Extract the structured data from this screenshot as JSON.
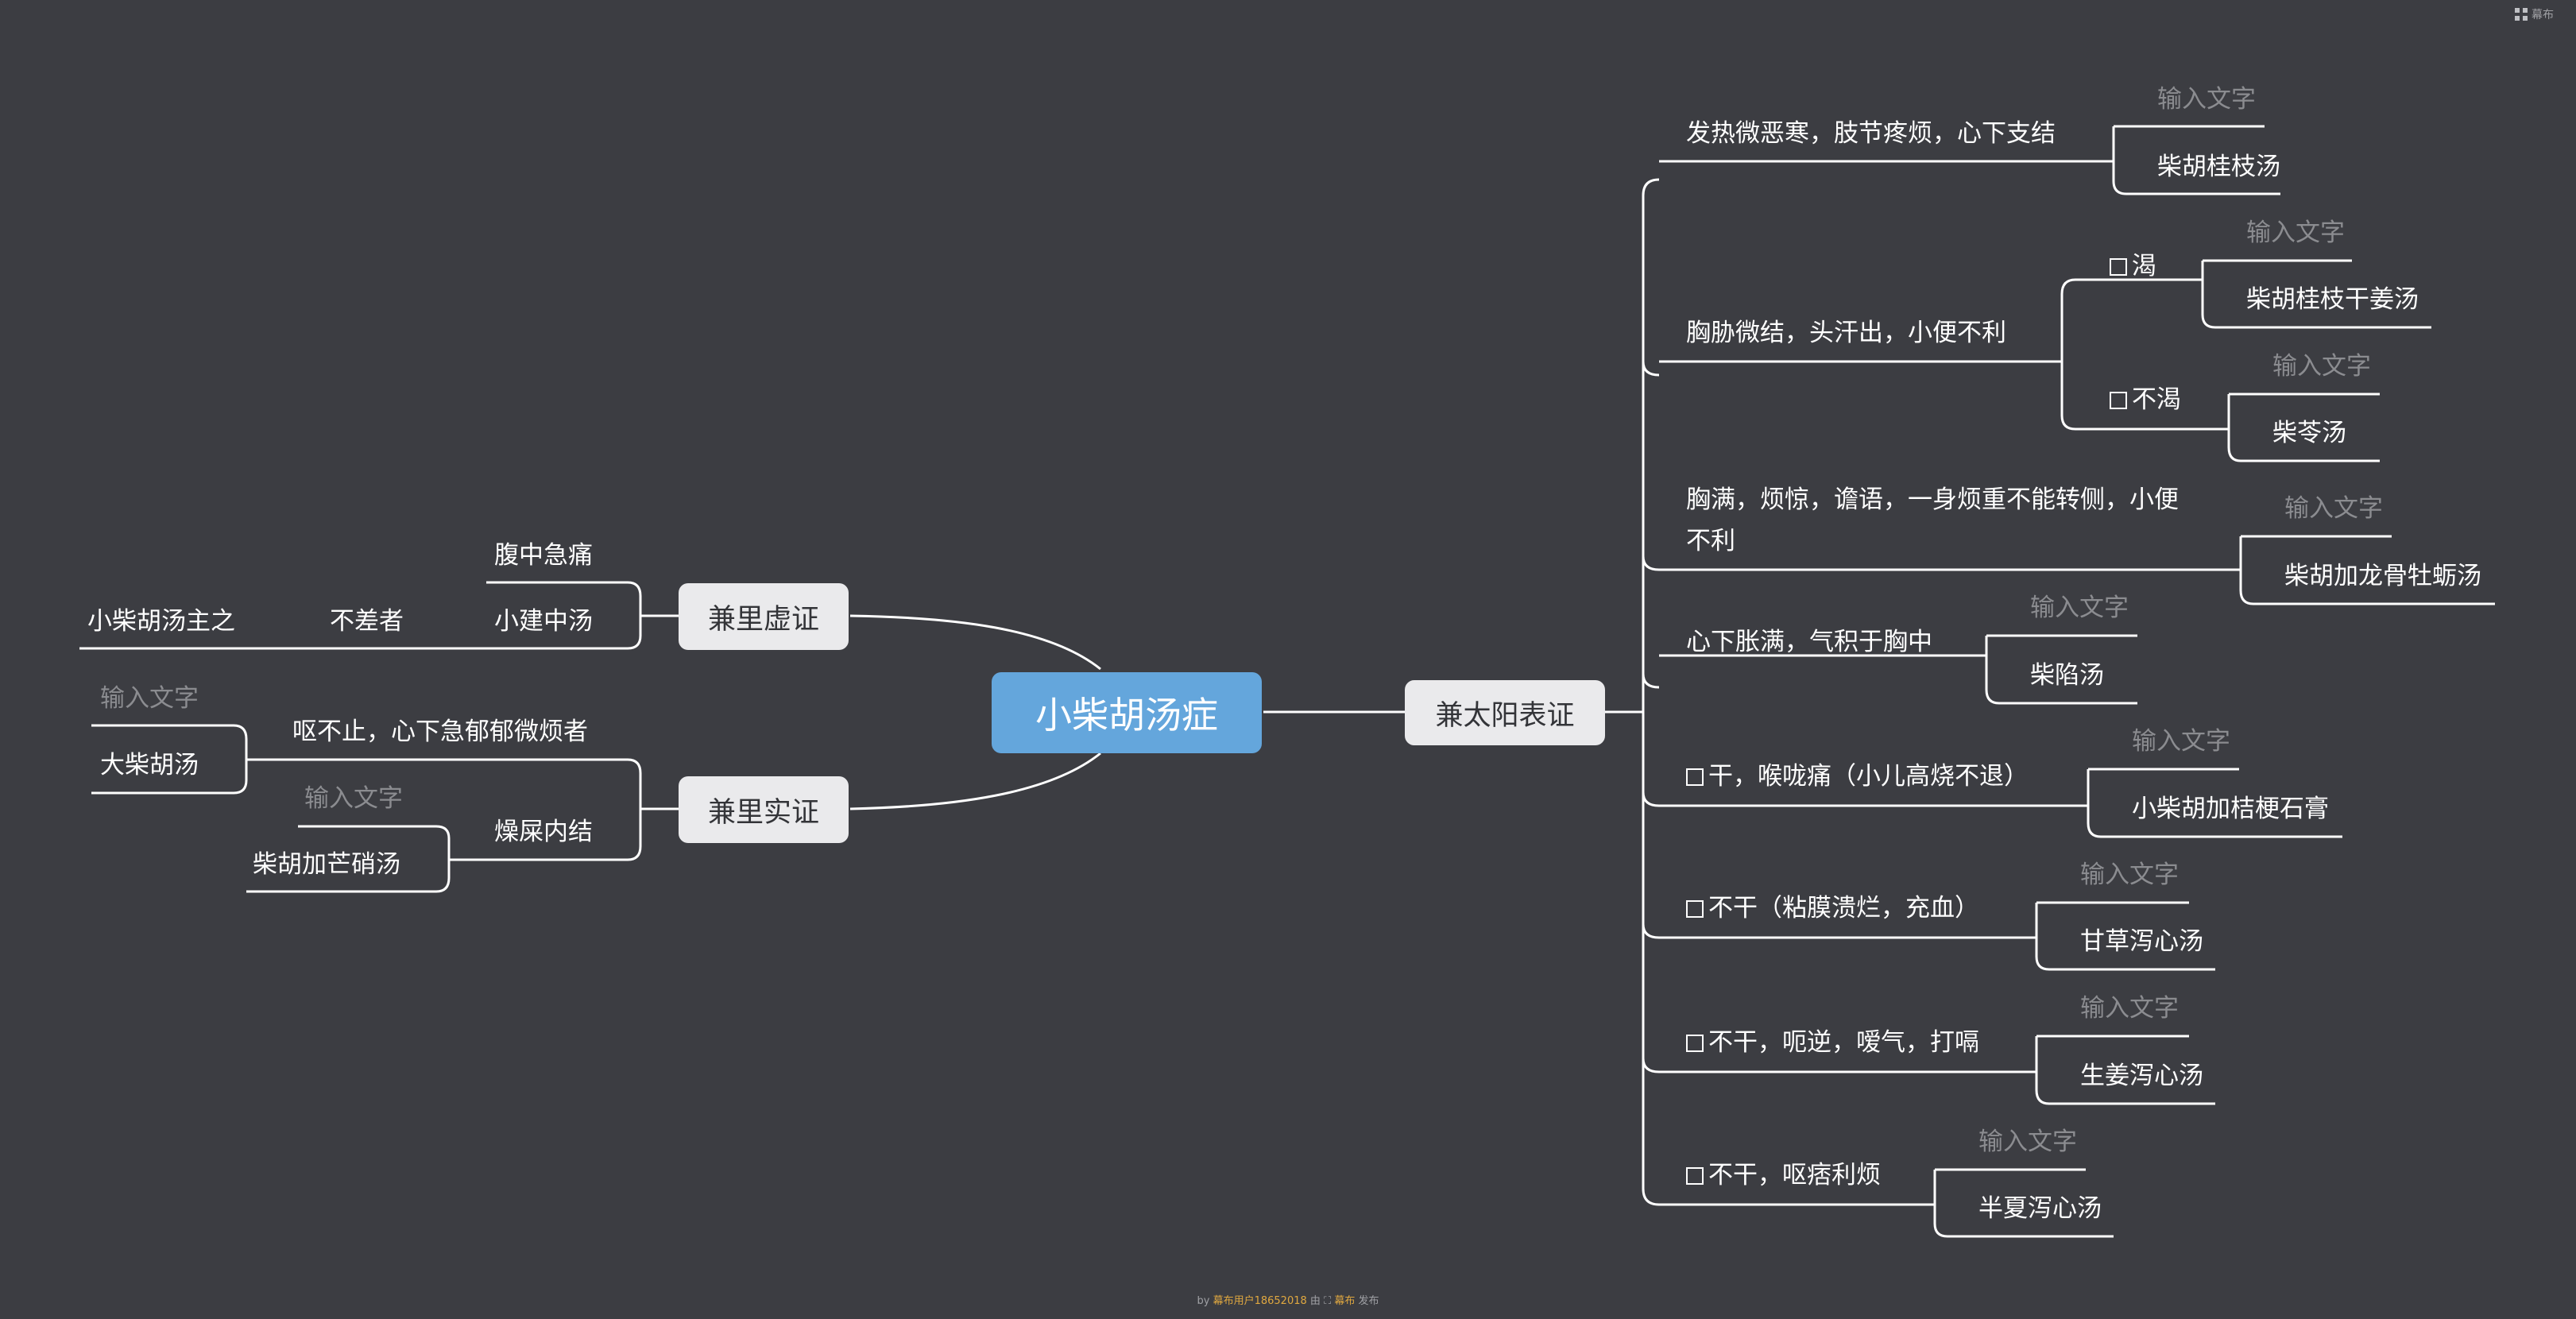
{
  "brand": {
    "label": "幕布"
  },
  "footer": {
    "by": "by",
    "user": "幕布用户18652018",
    "mid": "由",
    "site": "幕布",
    "end": "发布"
  },
  "root": "小柴胡汤症",
  "left_main": {
    "top": {
      "label": "兼里虚证",
      "items": [
        {
          "label": "腹中急痛"
        },
        {
          "label": "小建中汤",
          "child": "不差者",
          "grandchild": "小柴胡汤主之"
        }
      ]
    },
    "bottom": {
      "label": "兼里实证",
      "items": [
        {
          "label": "呕不止，心下急郁郁微烦者",
          "placeholder": "输入文字",
          "formula": "大柴胡汤"
        },
        {
          "label": "燥屎内结",
          "placeholder": "输入文字",
          "formula": "柴胡加芒硝汤"
        }
      ]
    }
  },
  "right_main": {
    "label": "兼太阳表证",
    "items": [
      {
        "condition": "发热微恶寒，肢节疼烦，心下支结",
        "placeholder": "输入文字",
        "formula": "柴胡桂枝汤"
      },
      {
        "condition": "胸胁微结，头汗出，小便不利",
        "sub": [
          {
            "label": "渴",
            "placeholder": "输入文字",
            "formula": "柴胡桂枝干姜汤"
          },
          {
            "label": "不渴",
            "placeholder": "输入文字",
            "formula": "柴苓汤"
          }
        ]
      },
      {
        "condition_line1": "胸满，烦惊，谵语，一身烦重不能转侧，小便",
        "condition_line2": "不利",
        "placeholder": "输入文字",
        "formula": "柴胡加龙骨牡蛎汤"
      },
      {
        "condition": "心下胀满，气积于胸中",
        "placeholder": "输入文字",
        "formula": "柴陷汤"
      },
      {
        "condition": "干，喉咙痛（小儿高烧不退）",
        "placeholder": "输入文字",
        "formula": "小柴胡加桔梗石膏"
      },
      {
        "condition": "不干（粘膜溃烂，充血）",
        "placeholder": "输入文字",
        "formula": "甘草泻心汤"
      },
      {
        "condition": "不干，呃逆，嗳气，打嗝",
        "placeholder": "输入文字",
        "formula": "生姜泻心汤"
      },
      {
        "condition": "不干，呕痞利烦",
        "placeholder": "输入文字",
        "formula": "半夏泻心汤"
      }
    ]
  }
}
